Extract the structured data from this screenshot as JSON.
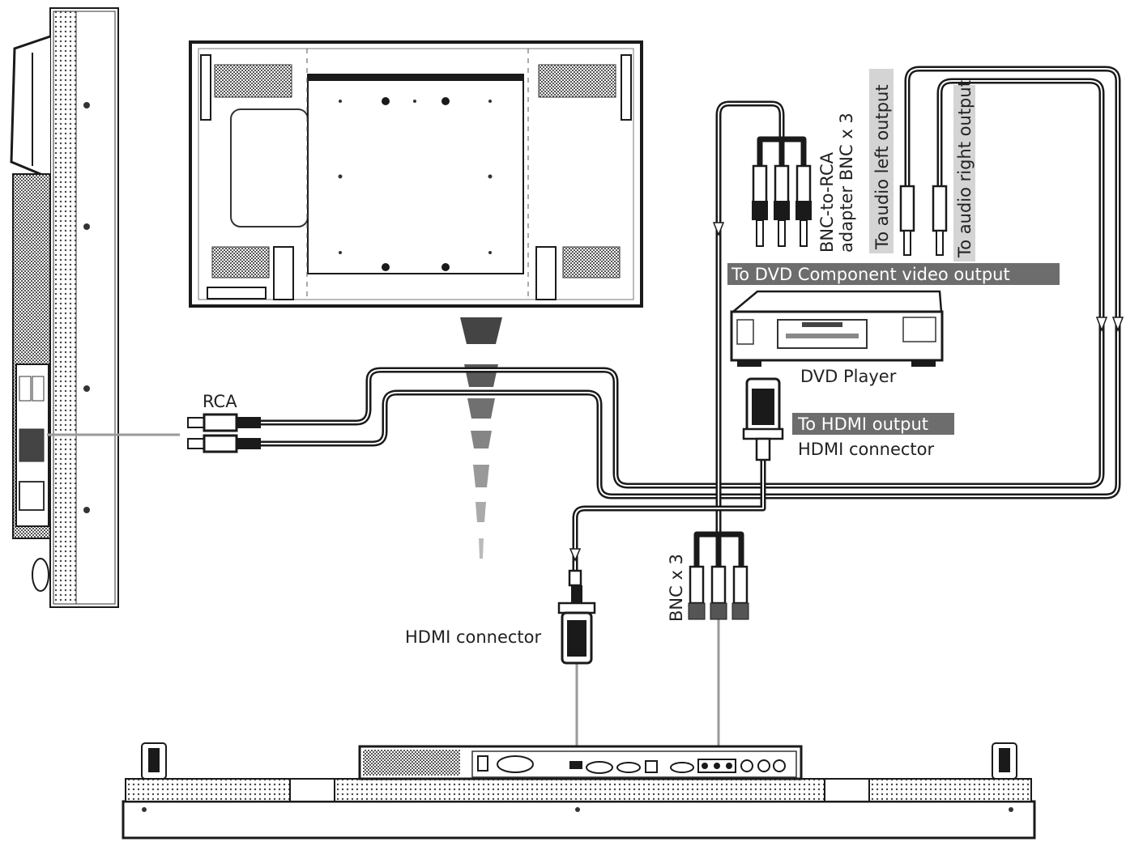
{
  "labels": {
    "rca": "RCA",
    "bnc_rca_line1": "BNC-to-RCA",
    "bnc_rca_line2": "adapter BNC x 3",
    "audio_left": "To audio left output",
    "audio_right": "To audio right output",
    "component_output": "To DVD Component video output",
    "dvd_player": "DVD Player",
    "hdmi_output": "To HDMI output",
    "hdmi_connector_top": "HDMI connector",
    "hdmi_connector_bottom": "HDMI connector",
    "bnc_x3": "BNC x 3"
  },
  "colors": {
    "cable": "#1a1a1a",
    "label_bar": "#6d6d6d",
    "label_bar_light": "#d4d4d4",
    "thin_wire": "#9a9a9a"
  }
}
